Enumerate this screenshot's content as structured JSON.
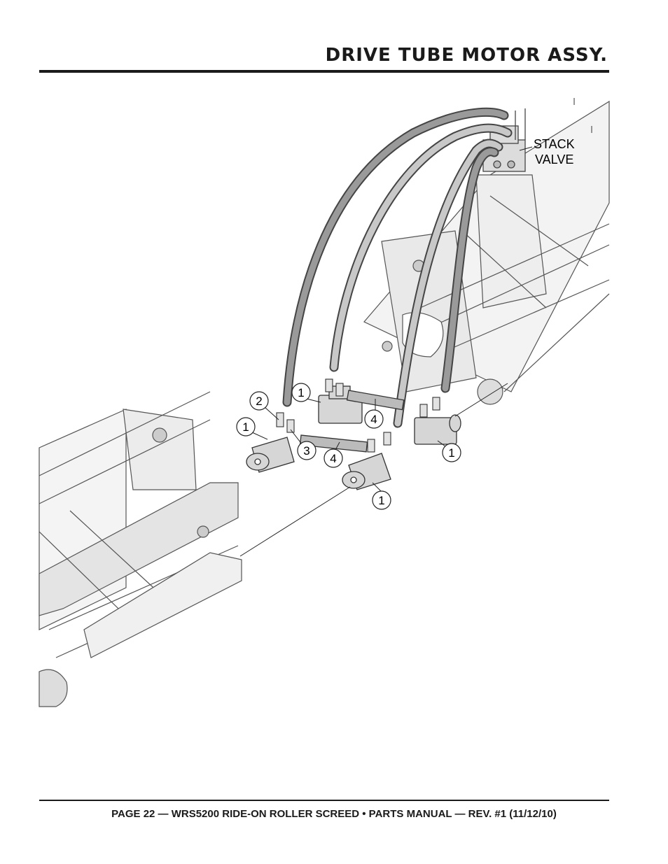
{
  "page": {
    "title": "DRIVE TUBE MOTOR ASSY.",
    "footer": "PAGE 22 — WRS5200 RIDE-ON ROLLER SCREED • PARTS MANUAL — REV. #1 (11/12/10)"
  },
  "diagram": {
    "label_line1": "STACK",
    "label_line2": "VALVE",
    "callouts": [
      "1",
      "2",
      "1",
      "3",
      "4",
      "4",
      "1",
      "1"
    ]
  }
}
